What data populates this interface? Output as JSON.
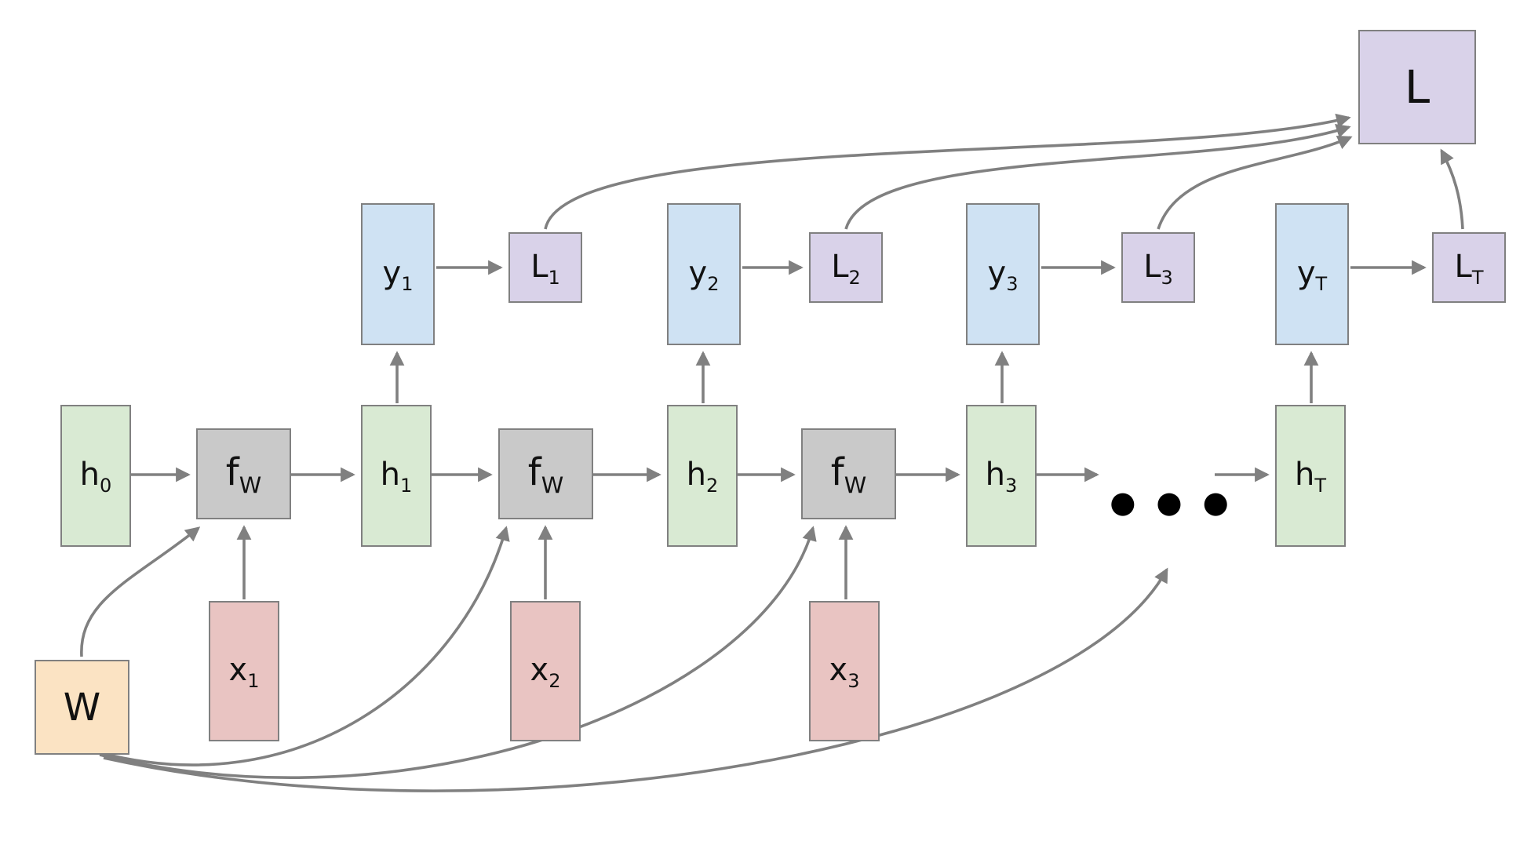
{
  "nodes": {
    "h0": {
      "base": "h",
      "sub": "0",
      "type": "hidden"
    },
    "fw1": {
      "base": "f",
      "sub": "W",
      "type": "cell"
    },
    "h1": {
      "base": "h",
      "sub": "1",
      "type": "hidden"
    },
    "fw2": {
      "base": "f",
      "sub": "W",
      "type": "cell"
    },
    "h2": {
      "base": "h",
      "sub": "2",
      "type": "hidden"
    },
    "fw3": {
      "base": "f",
      "sub": "W",
      "type": "cell"
    },
    "h3": {
      "base": "h",
      "sub": "3",
      "type": "hidden"
    },
    "hT": {
      "base": "h",
      "sub": "T",
      "type": "hidden"
    },
    "y1": {
      "base": "y",
      "sub": "1",
      "type": "output"
    },
    "y2": {
      "base": "y",
      "sub": "2",
      "type": "output"
    },
    "y3": {
      "base": "y",
      "sub": "3",
      "type": "output"
    },
    "yT": {
      "base": "y",
      "sub": "T",
      "type": "output"
    },
    "L1": {
      "base": "L",
      "sub": "1",
      "type": "loss"
    },
    "L2": {
      "base": "L",
      "sub": "2",
      "type": "loss"
    },
    "L3": {
      "base": "L",
      "sub": "3",
      "type": "loss"
    },
    "LT": {
      "base": "L",
      "sub": "T",
      "type": "loss"
    },
    "L": {
      "base": "L",
      "sub": "",
      "type": "loss"
    },
    "x1": {
      "base": "x",
      "sub": "1",
      "type": "input"
    },
    "x2": {
      "base": "x",
      "sub": "2",
      "type": "input"
    },
    "x3": {
      "base": "x",
      "sub": "3",
      "type": "input"
    },
    "W": {
      "base": "W",
      "sub": "",
      "type": "weights"
    }
  },
  "ellipsis": "●●●",
  "colors": {
    "hidden": "#d9ead3",
    "cell": "#c9c9c9",
    "output": "#cfe2f3",
    "loss": "#d9d2e9",
    "input": "#e9c4c2",
    "weights": "#fbe3c3",
    "border": "#808080",
    "arrow": "#808080"
  },
  "edges": [
    {
      "from": "h0",
      "to": "fw1"
    },
    {
      "from": "fw1",
      "to": "h1"
    },
    {
      "from": "h1",
      "to": "fw2"
    },
    {
      "from": "fw2",
      "to": "h2"
    },
    {
      "from": "h2",
      "to": "fw3"
    },
    {
      "from": "fw3",
      "to": "h3"
    },
    {
      "from": "h3",
      "to": "ellipsis"
    },
    {
      "from": "ellipsis",
      "to": "hT"
    },
    {
      "from": "x1",
      "to": "fw1"
    },
    {
      "from": "x2",
      "to": "fw2"
    },
    {
      "from": "x3",
      "to": "fw3"
    },
    {
      "from": "h1",
      "to": "y1"
    },
    {
      "from": "h2",
      "to": "y2"
    },
    {
      "from": "h3",
      "to": "y3"
    },
    {
      "from": "hT",
      "to": "yT"
    },
    {
      "from": "y1",
      "to": "L1"
    },
    {
      "from": "y2",
      "to": "L2"
    },
    {
      "from": "y3",
      "to": "L3"
    },
    {
      "from": "yT",
      "to": "LT"
    },
    {
      "from": "L1",
      "to": "L"
    },
    {
      "from": "L2",
      "to": "L"
    },
    {
      "from": "L3",
      "to": "L"
    },
    {
      "from": "LT",
      "to": "L"
    },
    {
      "from": "W",
      "to": "fw1"
    },
    {
      "from": "W",
      "to": "fw2"
    },
    {
      "from": "W",
      "to": "fw3"
    },
    {
      "from": "W",
      "to": "ellipsis"
    }
  ]
}
